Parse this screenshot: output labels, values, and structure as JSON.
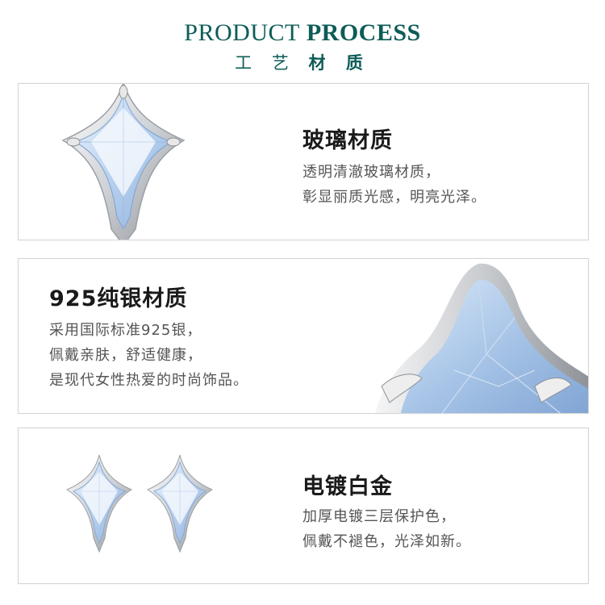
{
  "header": {
    "title_en_light": "PRODUCT",
    "title_en_bold": "PROCESS",
    "title_cn_light": "工 艺",
    "title_cn_bold": "材 质"
  },
  "cards": [
    {
      "title": "玻璃材质",
      "lines": [
        "透明清澈玻璃材质，",
        "彰显丽质光感，明亮光泽。"
      ],
      "icon": "glass-stud-earring"
    },
    {
      "title": "925纯银材质",
      "lines": [
        "采用国际标准925银，",
        "佩戴亲肤，舒适健康，",
        "是现代女性热爱的时尚饰品。"
      ],
      "icon": "silver-prong-closeup"
    },
    {
      "title": "电镀白金",
      "lines": [
        "加厚电镀三层保护色，",
        "佩戴不褪色，光泽如新。"
      ],
      "icon": "earring-pair"
    }
  ],
  "colors": {
    "accent": "#0d5c57",
    "title_text": "#1a1a1a",
    "body_text": "#555555",
    "card_border": "#d4d4d4",
    "gem_blue": "#a9c6e8",
    "silver": "#dcdcdc"
  }
}
